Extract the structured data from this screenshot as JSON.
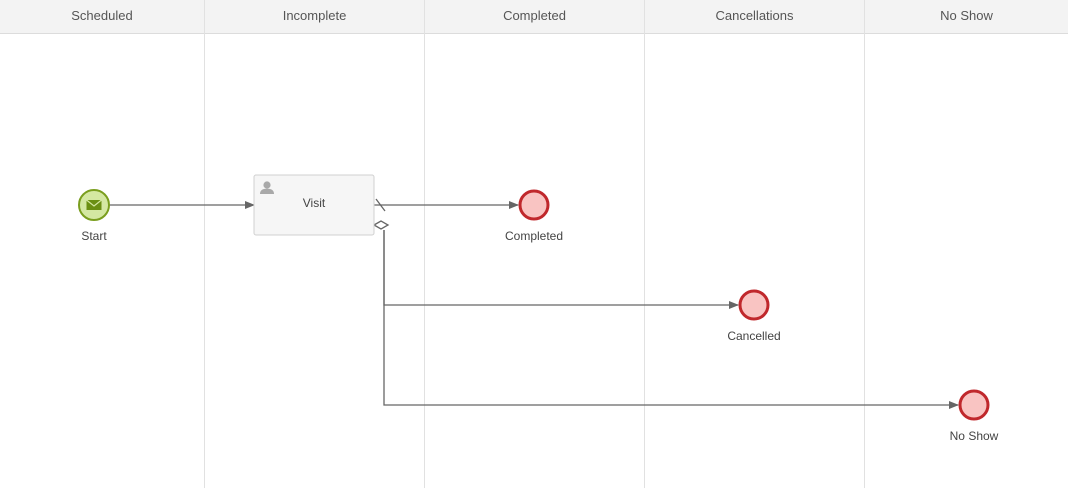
{
  "lanes": [
    {
      "label": "Scheduled"
    },
    {
      "label": "Incomplete"
    },
    {
      "label": "Completed"
    },
    {
      "label": "Cancellations"
    },
    {
      "label": "No Show"
    }
  ],
  "nodes": {
    "start": {
      "label": "Start",
      "type": "message-start-event",
      "icon": "envelope-icon",
      "fill": "#d4e8a2",
      "stroke": "#7a9e1e"
    },
    "visit": {
      "label": "Visit",
      "type": "user-task",
      "icon": "user-icon",
      "fill": "#f6f6f6",
      "stroke": "#d0d0d0"
    },
    "completed": {
      "label": "Completed",
      "type": "end-event",
      "fill": "#f9c4c2",
      "stroke": "#c0282c"
    },
    "cancelled": {
      "label": "Cancelled",
      "type": "end-event",
      "fill": "#f9c4c2",
      "stroke": "#c0282c"
    },
    "no_show": {
      "label": "No Show",
      "type": "end-event",
      "fill": "#f9c4c2",
      "stroke": "#c0282c"
    }
  },
  "flows": [
    {
      "from": "Start",
      "to": "Visit",
      "kind": "sequence"
    },
    {
      "from": "Visit",
      "to": "Completed",
      "kind": "default-sequence"
    },
    {
      "from": "Visit",
      "to": "Cancelled",
      "kind": "conditional-sequence"
    },
    {
      "from": "Visit",
      "to": "No Show",
      "kind": "conditional-sequence"
    }
  ],
  "colors": {
    "connector": "#666666",
    "lane_header_bg": "#f3f3f3",
    "lane_divider": "#e1e1e1"
  }
}
